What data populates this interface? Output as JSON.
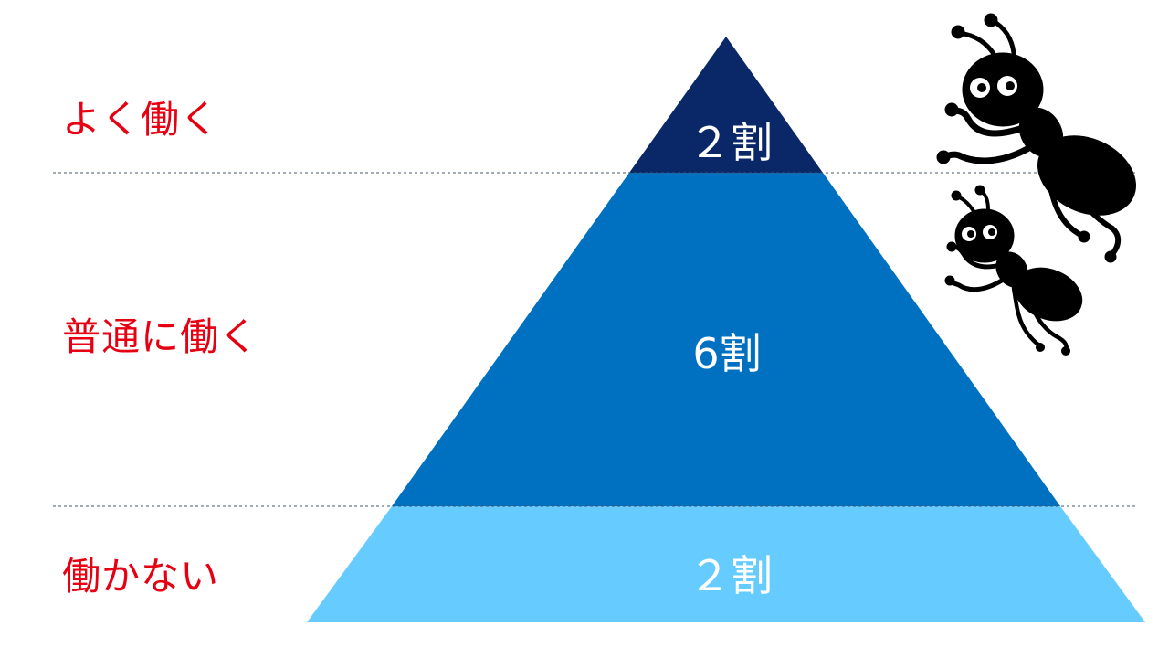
{
  "levels": [
    {
      "label": "よく働く",
      "share": "２割",
      "color": "#0a2868"
    },
    {
      "label": "普通に働く",
      "share": "6割",
      "color": "#0070c0"
    },
    {
      "label": "働かない",
      "share": "２割",
      "color": "#66cbff"
    }
  ],
  "colors": {
    "label_text": "#e60012",
    "divider": "#44546a",
    "ant": "#000000"
  },
  "icons": [
    "ant-large-icon",
    "ant-small-icon"
  ]
}
